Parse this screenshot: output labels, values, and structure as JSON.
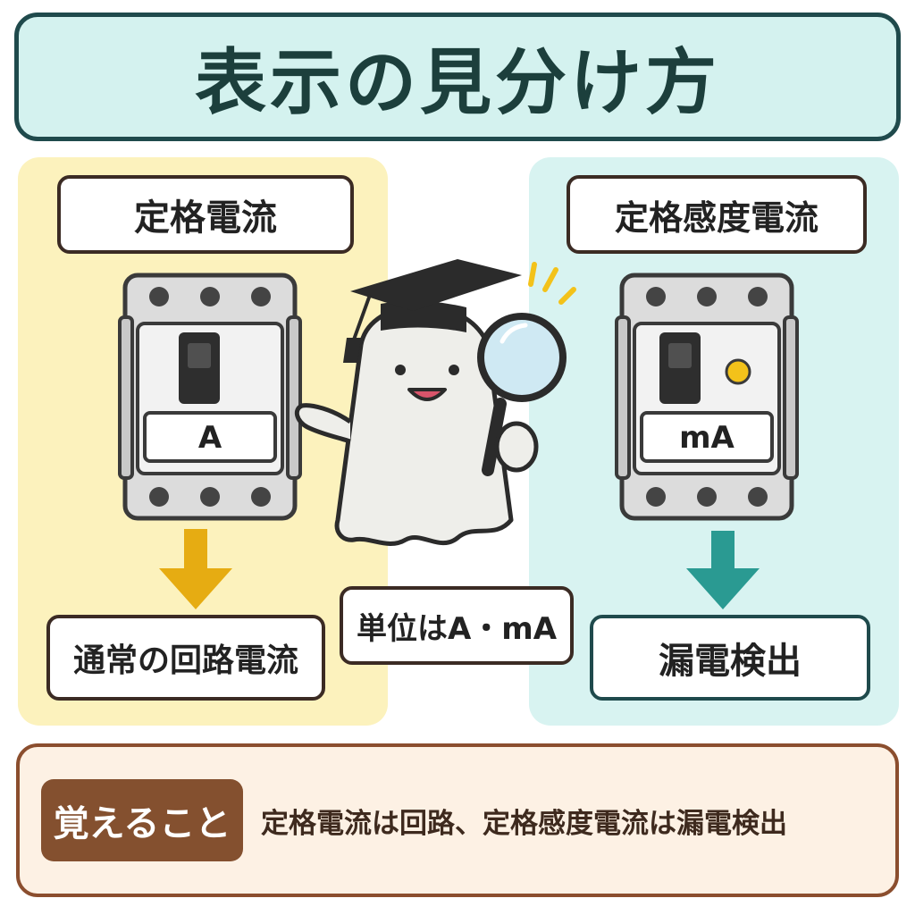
{
  "title": "表示の見分け方",
  "left_panel": {
    "heading": "定格電流",
    "breaker_rating": "A",
    "result": "通常の回路電流"
  },
  "right_panel": {
    "heading": "定格感度電流",
    "breaker_rating": "mA",
    "result": "漏電検出"
  },
  "center_label": "単位はA・mA",
  "summary": {
    "badge": "覚えること",
    "text": "定格電流は回路、定格感度電流は漏電検出"
  },
  "colors": {
    "title_bg": "#d4f2ef",
    "left_bg": "#fcf2bd",
    "right_bg": "#d8f3f1",
    "arrow_yellow": "#e6ac12",
    "arrow_teal": "#2a9a92",
    "badge_brown": "#84502f"
  },
  "icons": [
    "breaker-icon",
    "test-button-icon",
    "down-arrow-icon",
    "ghost-mascot-icon",
    "graduation-cap-icon",
    "magnifying-glass-icon"
  ]
}
